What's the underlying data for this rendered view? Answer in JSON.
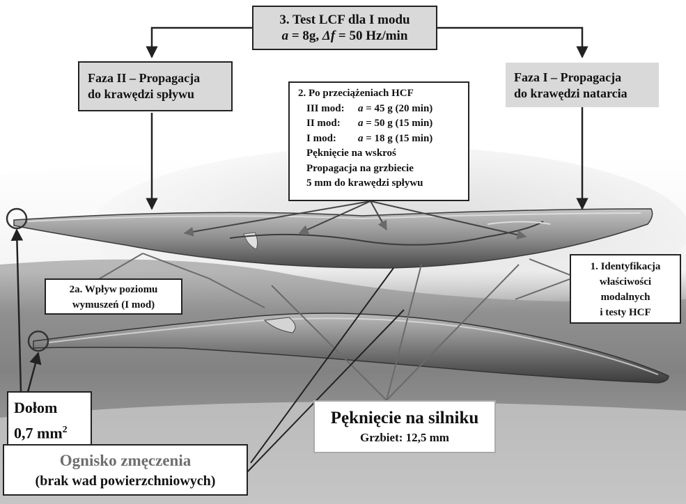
{
  "top_box": {
    "line1": "3. Test  LCF  dla  I  modu",
    "line2_prefix": "a",
    "line2_mid": " = 8g,  ",
    "line2_delta": "Δf",
    "line2_suffix": " = 50 Hz/min"
  },
  "phase2_box": {
    "line1": "Faza II – Propagacja",
    "line2": "do krawędzi spływu"
  },
  "phase1_box": {
    "line1": "Faza I – Propagacja",
    "line2": "do krawędzi natarcia"
  },
  "overload_box": {
    "title": "2. Po przeciążeniach HCF",
    "rows": [
      {
        "mode": "III mod:",
        "a_label": "a",
        "value": " = 45 g (20 min)"
      },
      {
        "mode": "II mod:",
        "a_label": "a",
        "value": " = 50 g (15 min)"
      },
      {
        "mode": "I mod:",
        "a_label": "a",
        "value": " = 18 g (15 min)"
      }
    ],
    "line5": "Pęknięcie na wskroś",
    "line6": "Propagacja na grzbiecie",
    "line7": "5 mm do krawędzi spływu"
  },
  "identification_box": {
    "line1": "1. Identyfikacja",
    "line2": "właściwości",
    "line3": "modalnych",
    "line4": "i testy HCF"
  },
  "influence_box": {
    "line1": "2a. Wpływ poziomu",
    "line2": "wymuszeń (I mod)"
  },
  "dolom_box": {
    "line1": "Dołom",
    "line2_value": "0,7 mm",
    "line2_sup": "2"
  },
  "engine_crack_box": {
    "title": "Pęknięcie na silniku",
    "subtitle": "Grzbiet: 12,5 mm"
  },
  "fatigue_box": {
    "title": "Ognisko zmęczenia",
    "subtitle": "(brak  wad  powierzchniowych)"
  },
  "colors": {
    "box_fill": "#ffffff",
    "box_gray": "#d9d9d9",
    "fatigue_title": "#6e6e6e",
    "connector_gray": "#6a6a6a",
    "connector_dark": "#222222"
  }
}
